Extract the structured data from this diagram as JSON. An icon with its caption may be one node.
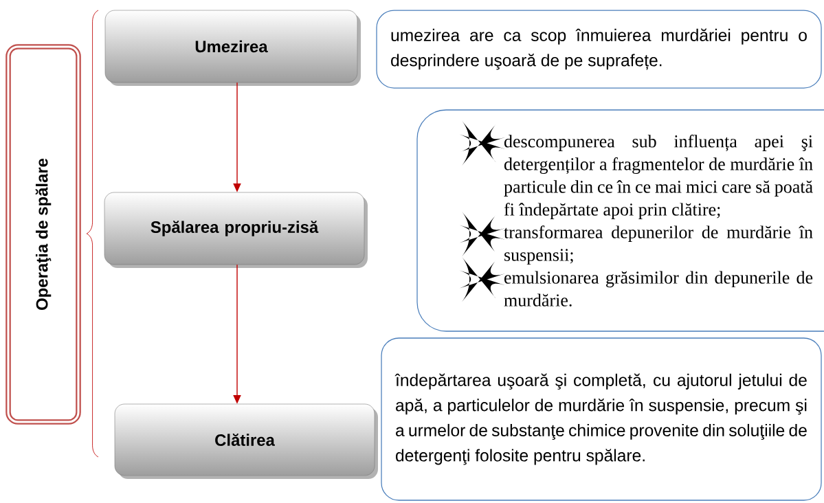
{
  "diagram": {
    "nodes": [
      {
        "text": [
          "Operaţia de spălare"
        ]
      },
      {
        "text": [
          "Umezirea"
        ]
      },
      {
        "text": [
          "Spălarea propriu-zisă"
        ]
      },
      {
        "text": [
          "Clătirea"
        ]
      },
      {
        "text": [
          "umezirea are ca scop înmuierea murdăriei pentru o desprindere uşoară de pe suprafețe."
        ]
      },
      {
        "text": [
          "descompunerea sub influența apei şi detergenților a fragmentelor de murdărie în particule din ce în ce mai mici care să poată fi îndepărtate apoi prin clătire;",
          "transformarea depunerilor de murdărie în suspensii;",
          "emulsionarea grăsimilor din depunerile de murdărie."
        ]
      },
      {
        "text": [
          "îndepărtarea uşoară şi completă, cu ajutorul jetului de apă, a particulelor de murdărie în suspensie, precum şi a urmelor de substanţe chimice provenite din soluţiile de detergenţi folosite pentru spălare."
        ]
      }
    ],
    "edges": [
      {
        "from": 1,
        "to": 2,
        "arrow": "to"
      },
      {
        "from": 2,
        "to": 3,
        "arrow": "to"
      }
    ]
  }
}
